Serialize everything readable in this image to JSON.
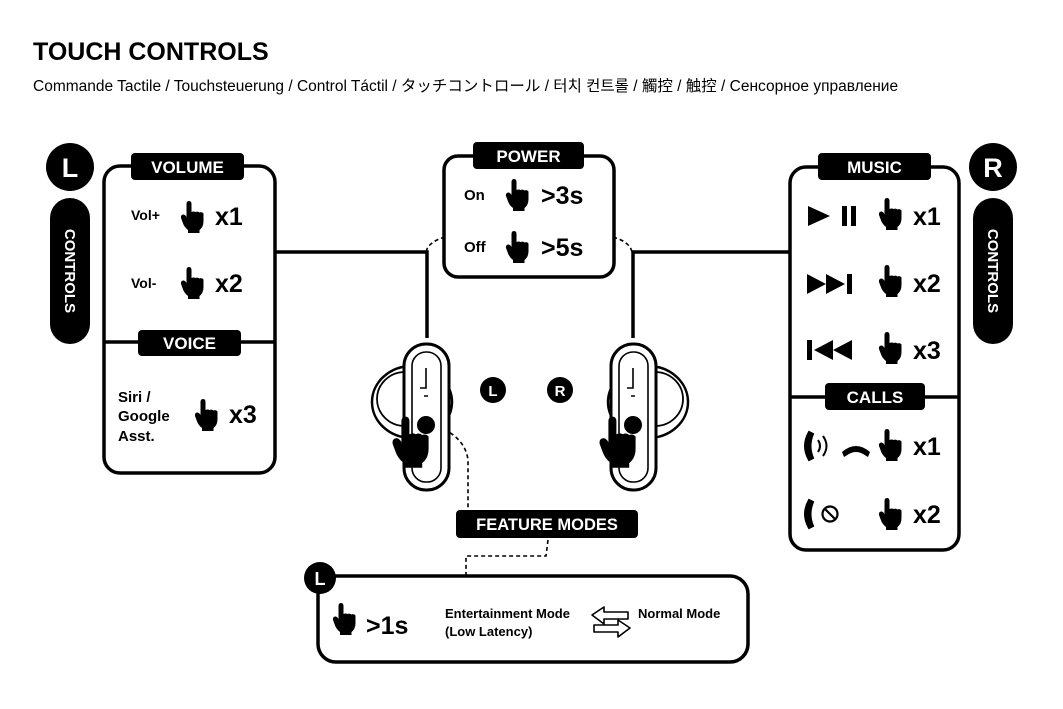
{
  "header": {
    "title": "TOUCH CONTROLS",
    "subtitle": "Commande Tactile / Touchsteuerung / Control Táctil / タッチコントロール / 터치 컨트롤 / 觸控 / 触控 / Сенсорное управление"
  },
  "left_panel": {
    "side_badge": "L",
    "side_label": "CONTROLS",
    "volume_title": "VOLUME",
    "vol_up_label": "Vol+",
    "vol_up_taps": "x1",
    "vol_down_label": "Vol-",
    "vol_down_taps": "x2",
    "voice_title": "VOICE",
    "voice_label_line1": "Siri /",
    "voice_label_line2": "Google",
    "voice_label_line3": "Asst.",
    "voice_taps": "x3"
  },
  "power_panel": {
    "title": "POWER",
    "on_label": "On",
    "on_duration": ">3s",
    "off_label": "Off",
    "off_duration": ">5s"
  },
  "right_panel": {
    "side_badge": "R",
    "side_label": "CONTROLS",
    "music_title": "MUSIC",
    "play_pause_taps": "x1",
    "next_taps": "x2",
    "prev_taps": "x3",
    "calls_title": "CALLS",
    "answer_end_taps": "x1",
    "reject_taps": "x2"
  },
  "earbuds": {
    "left_badge": "L",
    "right_badge": "R"
  },
  "feature_modes": {
    "title": "FEATURE MODES",
    "side_badge": "L",
    "duration": ">1s",
    "mode_a_line1": "Entertainment Mode",
    "mode_a_line2": "(Low Latency)",
    "mode_b": "Normal Mode"
  },
  "icons": {
    "tap": "tap-hand-icon",
    "play_pause": "play-pause-icon",
    "next": "next-track-icon",
    "previous": "previous-track-icon",
    "answer_end": "answer-end-call-icon",
    "reject": "reject-call-icon",
    "toggle": "swap-arrows-icon"
  }
}
